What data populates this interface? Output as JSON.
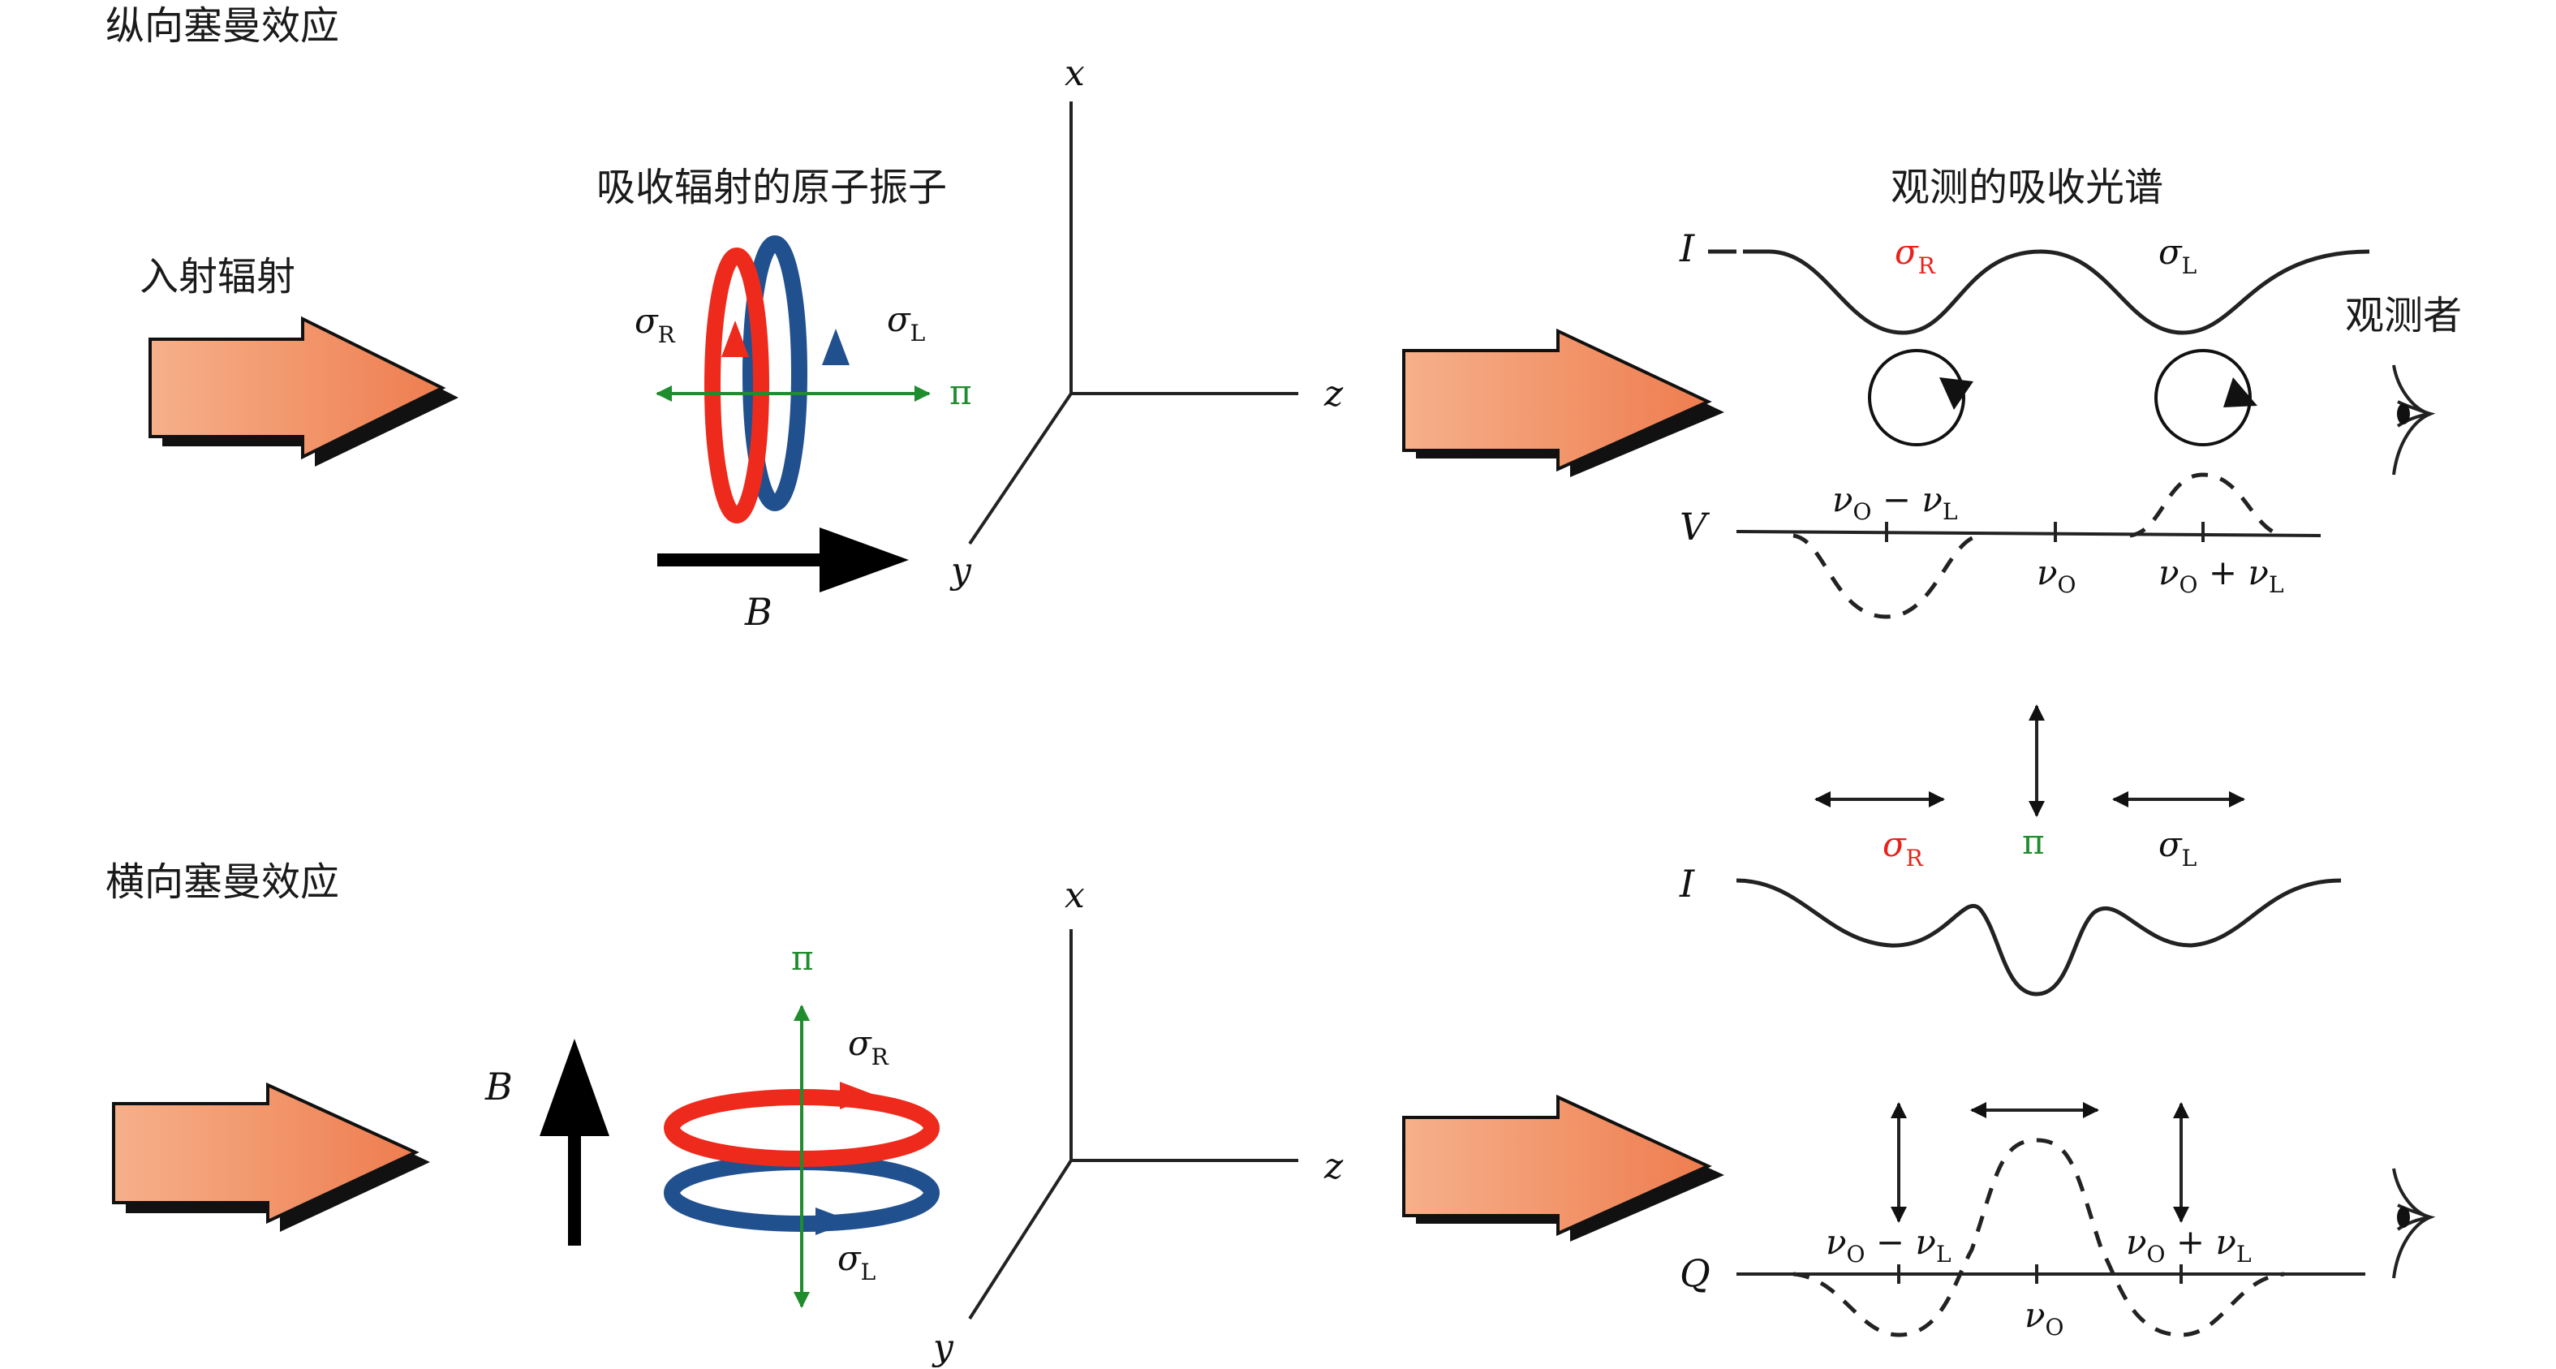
{
  "sections": {
    "longitudinal_title": "纵向塞曼效应",
    "transverse_title": "横向塞曼效应"
  },
  "labels": {
    "incident": "入射辐射",
    "oscillators": "吸收辐射的原子振子",
    "spectrum": "观测的吸收光谱",
    "observer": "观测者"
  },
  "axes": {
    "x": "x",
    "y": "y",
    "z": "z"
  },
  "symbols": {
    "B": "B",
    "I": "I",
    "V": "V",
    "Q": "Q",
    "sigma": "σ",
    "sub_R": "R",
    "sub_L": "L",
    "pi": "π",
    "nu": "ν",
    "sub_O": "O",
    "minus": " − ",
    "plus": " + "
  },
  "colors": {
    "arrow_fill": "#f08a5d",
    "arrow_shadow": "#111111",
    "red_ring": "#ee2a1c",
    "blue_ring": "#21508f",
    "pi_green": "#1f8c2e",
    "sigma_red": "#e8221b"
  }
}
